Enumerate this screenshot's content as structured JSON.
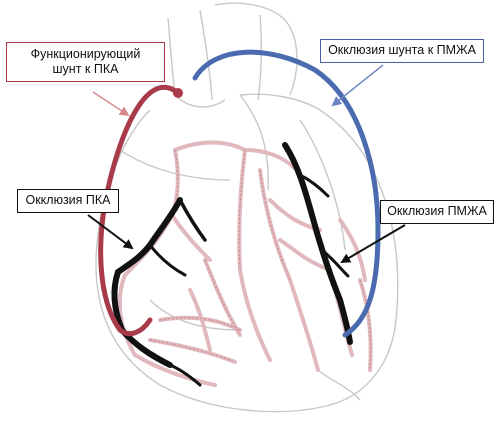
{
  "labels": {
    "functioning_graft_line1": "Функционирующий",
    "functioning_graft_line2": "шунт к ПКА",
    "occluded_graft_lad": "Окклюзия шунта к ПМЖА",
    "occlusion_rca": "Окклюзия ПКА",
    "occlusion_lad": "Окклюзия ПМЖА"
  },
  "colors": {
    "graft_red": "#a93a4a",
    "graft_blue": "#4a6bb0",
    "heart_outline": "#c8c8c8",
    "vessel_pink": "#e0b8bd",
    "vessel_dash": "#c98a92",
    "occlusion_black": "#111111"
  }
}
